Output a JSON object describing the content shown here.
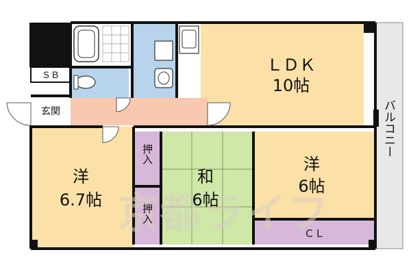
{
  "rooms": {
    "ldk": {
      "name": "ＬＤＫ",
      "size": "10帖"
    },
    "western_left": {
      "name": "洋",
      "size": "6.7帖"
    },
    "japanese": {
      "name": "和",
      "size": "6帖"
    },
    "western_right": {
      "name": "洋",
      "size": "6帖"
    },
    "closet_upper": "押入",
    "closet_lower": "押入",
    "cl": "ＣＬ",
    "sb": "ＳＢ",
    "entrance": "玄関",
    "balcony": "バルコニー"
  },
  "watermark": "京都ライフ",
  "colors": {
    "ldk": "#fbe0a8",
    "western": "#fbe0a8",
    "japanese": "#cfe8a8",
    "closet": "#d8b8d8",
    "wet": "#b8d4ec",
    "hall": "#f8c8b0",
    "balcony": "#e8e8e8",
    "wall": "#111111"
  }
}
